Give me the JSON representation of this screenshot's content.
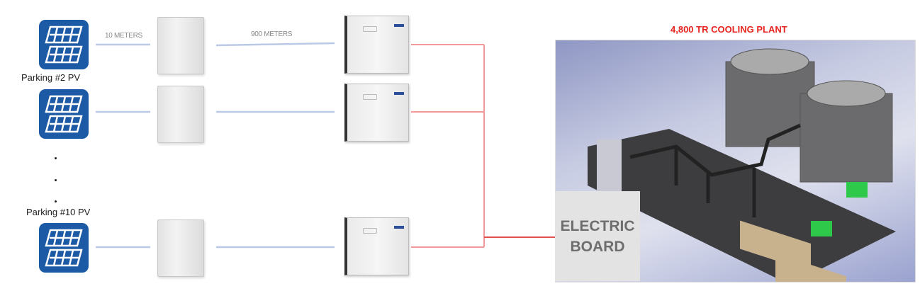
{
  "sources": [
    {
      "label": "Parking #2 PV"
    },
    {
      "label": ""
    },
    {
      "label": "Parking #10 PV"
    }
  ],
  "ellipsis_dots": [
    "·",
    "·",
    "·"
  ],
  "distances": {
    "pv_to_combiner": "10 METERS",
    "combiner_to_inverter": "900 METERS"
  },
  "plant": {
    "title": "4,800 TR COOLING PLANT",
    "electric_board": [
      "ELECTRIC",
      "BOARD"
    ]
  },
  "colors": {
    "pv_blue": "#1c5aa6",
    "dc_line": "#b9c9e6",
    "ac_line": "#f29a9a",
    "title_red": "#e8231e"
  }
}
